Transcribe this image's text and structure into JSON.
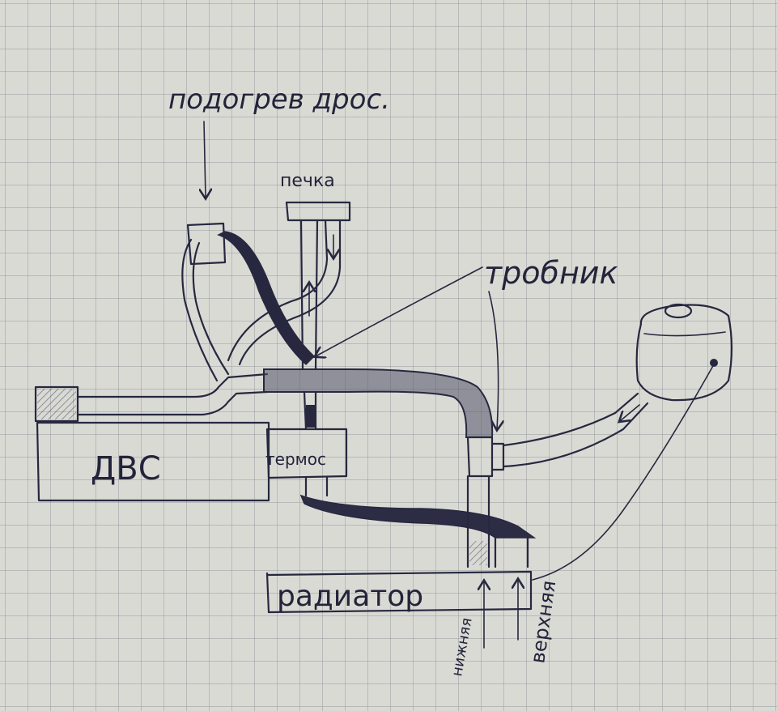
{
  "labels": {
    "throttle_heating": "подогрев дрос.",
    "heater": "печка",
    "tee": "тробник",
    "engine": "ДВС",
    "thermostat": "термос",
    "radiator": "радиатор",
    "lower": "нижняя",
    "upper": "верхняя"
  },
  "colors": {
    "ink": "#27283f",
    "paper": "#dadad5",
    "grid": "#8a8f99"
  }
}
